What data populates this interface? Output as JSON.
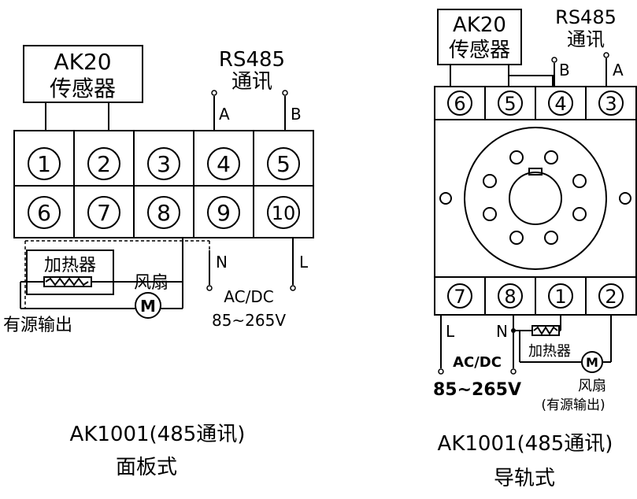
{
  "left": {
    "sensor_line1": "AK20",
    "sensor_line2": "传感器",
    "rs485_line1": "RS485",
    "rs485_line2": "通讯",
    "terminal_A": "A",
    "terminal_B": "B",
    "terminals_top": [
      "1",
      "2",
      "3",
      "4",
      "5"
    ],
    "terminals_bottom": [
      "6",
      "7",
      "8",
      "9",
      "10"
    ],
    "heater": "加热器",
    "fan": "风扇",
    "motor": "M",
    "active_output": "有源输出",
    "N": "N",
    "L": "L",
    "power_line1": "AC/DC",
    "power_line2": "85~265V",
    "model": "AK1001(485通讯)",
    "type": "面板式"
  },
  "right": {
    "sensor_line1": "AK20",
    "sensor_line2": "传感器",
    "rs485_line1": "RS485",
    "rs485_line2": "通讯",
    "terminal_B": "B",
    "terminal_A": "A",
    "terminals_top": [
      "6",
      "5",
      "4",
      "3"
    ],
    "terminals_bottom": [
      "7",
      "8",
      "1",
      "2"
    ],
    "L": "L",
    "N": "N",
    "heater": "加热器",
    "motor": "M",
    "power_line1": "AC/DC",
    "power_line2": "85~265V",
    "fan": "风扇",
    "active_output": "(有源输出)",
    "model": "AK1001(485通讯)",
    "type": "导轨式"
  }
}
